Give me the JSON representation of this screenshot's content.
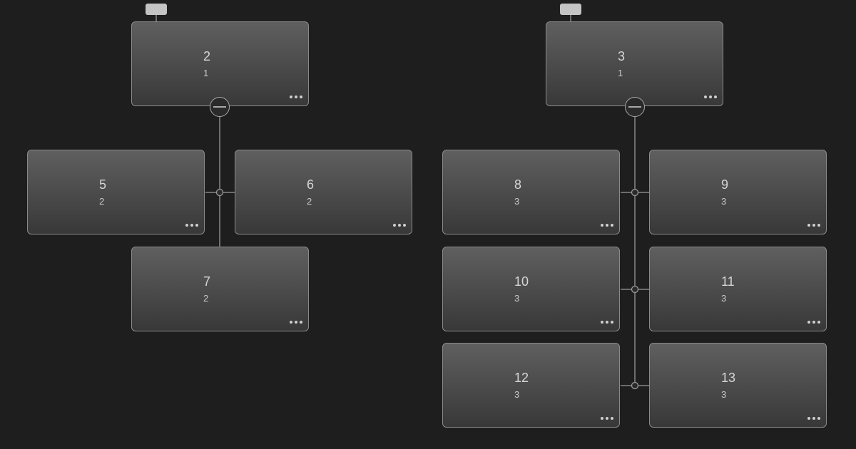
{
  "trees": [
    {
      "root": {
        "title": "2",
        "subtitle": "1"
      },
      "children": [
        {
          "title": "5",
          "subtitle": "2"
        },
        {
          "title": "6",
          "subtitle": "2"
        },
        {
          "title": "7",
          "subtitle": "2"
        }
      ]
    },
    {
      "root": {
        "title": "3",
        "subtitle": "1"
      },
      "children": [
        {
          "title": "8",
          "subtitle": "3"
        },
        {
          "title": "9",
          "subtitle": "3"
        },
        {
          "title": "10",
          "subtitle": "3"
        },
        {
          "title": "11",
          "subtitle": "3"
        },
        {
          "title": "12",
          "subtitle": "3"
        },
        {
          "title": "13",
          "subtitle": "3"
        }
      ]
    }
  ]
}
